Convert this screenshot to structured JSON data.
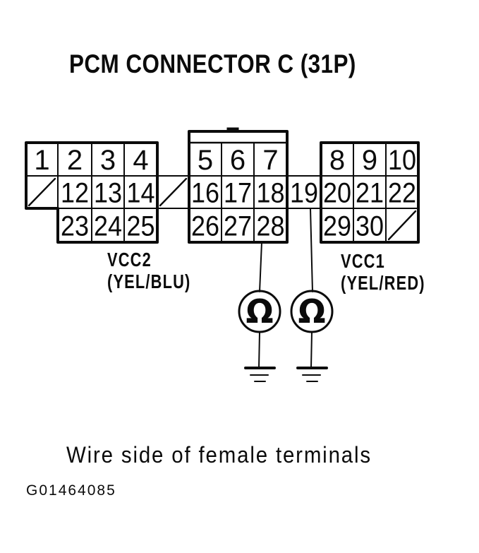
{
  "title": "PCM CONNECTOR C (31P)",
  "colors": {
    "ink": "#0b0b0b",
    "background": "#ffffff"
  },
  "connector": {
    "blocks": [
      {
        "name": "left",
        "rows": [
          [
            "1",
            "2",
            "3",
            "4"
          ],
          [
            "/",
            "12",
            "13",
            "14"
          ],
          [
            null,
            "23",
            "24",
            "25"
          ]
        ]
      },
      {
        "name": "middle",
        "rows": [
          [
            "5",
            "6",
            "7"
          ],
          [
            "16",
            "17",
            "18"
          ],
          [
            "26",
            "27",
            "28"
          ]
        ]
      },
      {
        "name": "right",
        "rows": [
          [
            "8",
            "9",
            "10"
          ],
          [
            "20",
            "21",
            "22"
          ],
          [
            "29",
            "30",
            "/"
          ]
        ]
      }
    ],
    "bridge_cells": [
      {
        "position": "left-middle",
        "label": "/"
      },
      {
        "position": "middle-right",
        "label": "19"
      }
    ]
  },
  "labels": {
    "vcc2": {
      "name": "VCC2",
      "wire": "(YEL/BLU)"
    },
    "vcc1": {
      "name": "VCC1",
      "wire": "(YEL/RED)"
    }
  },
  "meters": [
    {
      "symbol": "Ω"
    },
    {
      "symbol": "Ω"
    }
  ],
  "caption": "Wire side of female terminals",
  "figure_id": "G01464085"
}
